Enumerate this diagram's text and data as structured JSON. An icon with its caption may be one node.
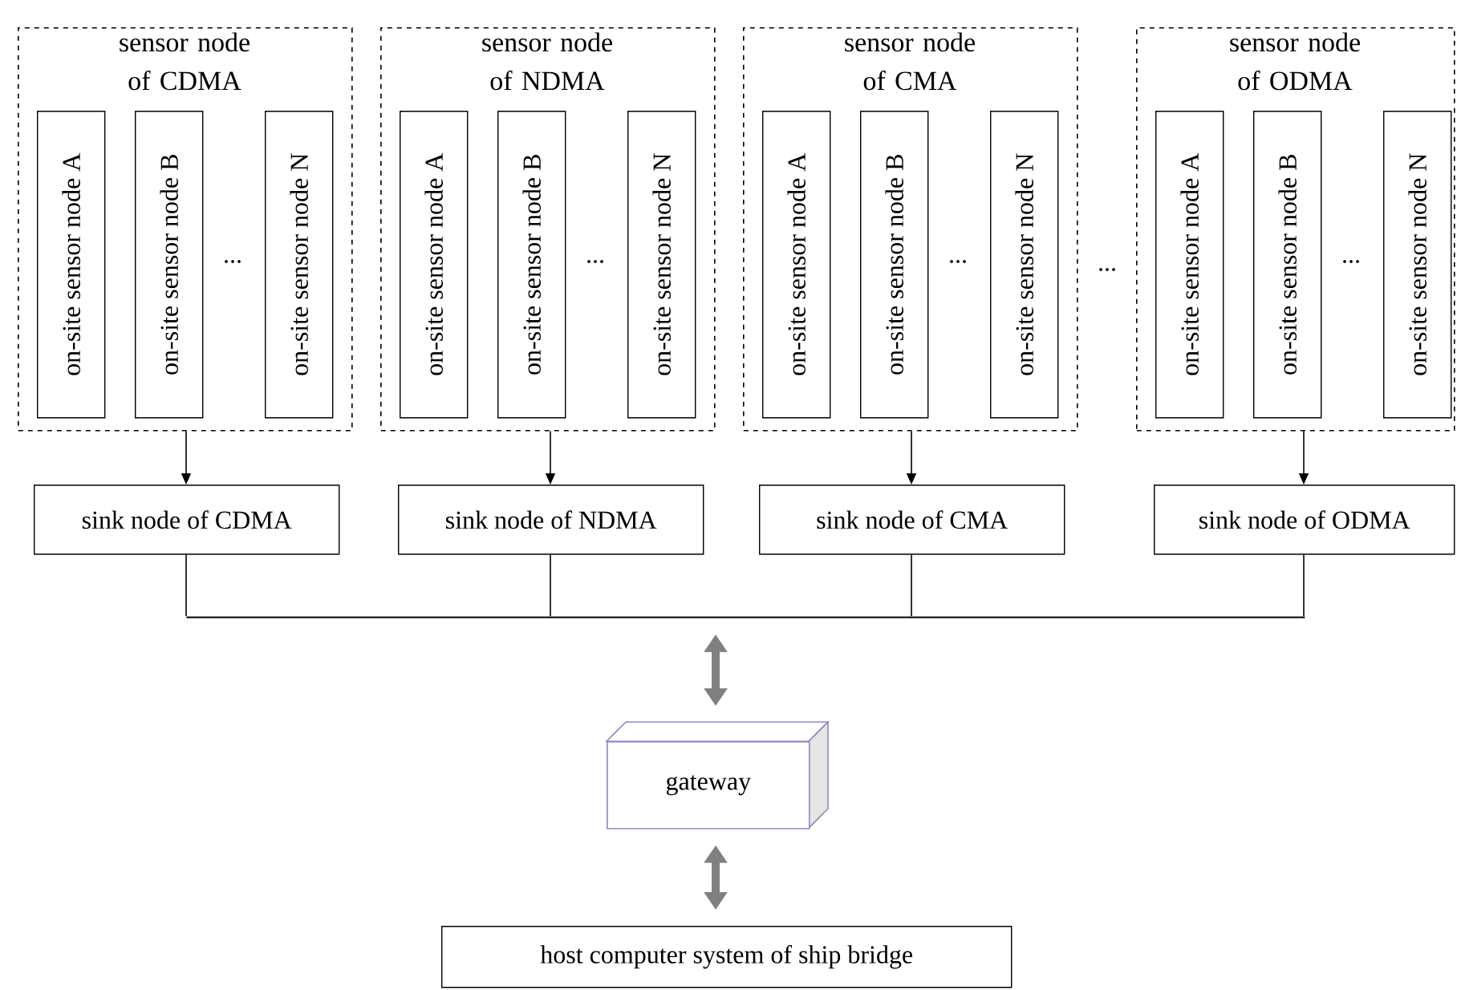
{
  "diagram": {
    "nodes": [
      {
        "text": [
          "sensor node of CDMA"
        ]
      },
      {
        "text": [
          "on-site sensor node A"
        ],
        "in": 0
      },
      {
        "text": [
          "on-site sensor node B"
        ],
        "in": 0
      },
      {
        "text": [
          "on-site sensor node N"
        ],
        "in": 0
      },
      {
        "text": [
          "sensor node of NDMA"
        ]
      },
      {
        "text": [
          "on-site sensor node A"
        ],
        "in": 4
      },
      {
        "text": [
          "on-site sensor node B"
        ],
        "in": 4
      },
      {
        "text": [
          "on-site sensor node N"
        ],
        "in": 4
      },
      {
        "text": [
          "sensor node of CMA"
        ]
      },
      {
        "text": [
          "on-site sensor node A"
        ],
        "in": 8
      },
      {
        "text": [
          "on-site sensor node B"
        ],
        "in": 8
      },
      {
        "text": [
          "on-site sensor node N"
        ],
        "in": 8
      },
      {
        "text": [
          "sensor node of ODMA"
        ]
      },
      {
        "text": [
          "on-site sensor node A"
        ],
        "in": 12
      },
      {
        "text": [
          "on-site sensor node B"
        ],
        "in": 12
      },
      {
        "text": [
          "on-site sensor node N"
        ],
        "in": 12
      },
      {
        "text": [
          "sink node of CDMA"
        ]
      },
      {
        "text": [
          "sink node of NDMA"
        ]
      },
      {
        "text": [
          "sink node of CMA"
        ]
      },
      {
        "text": [
          "sink node of ODMA"
        ]
      },
      {
        "text": [],
        "shape": "bar"
      },
      {
        "text": [
          "gateway"
        ]
      },
      {
        "text": [
          "host computer system of ship bridge"
        ]
      }
    ],
    "edges": [
      {
        "from": 0,
        "to": 16,
        "arrow": "to"
      },
      {
        "from": 4,
        "to": 17,
        "arrow": "to"
      },
      {
        "from": 8,
        "to": 18,
        "arrow": "to"
      },
      {
        "from": 12,
        "to": 19,
        "arrow": "to"
      },
      {
        "from": 16,
        "to": 20,
        "arrow": "none"
      },
      {
        "from": 17,
        "to": 20,
        "arrow": "none"
      },
      {
        "from": 18,
        "to": 20,
        "arrow": "none"
      },
      {
        "from": 19,
        "to": 20,
        "arrow": "none"
      },
      {
        "from": 20,
        "to": 21,
        "arrow": "both",
        "style": "thick",
        "color": "#808080"
      },
      {
        "from": 21,
        "to": 22,
        "arrow": "both",
        "style": "thick",
        "color": "#808080"
      }
    ],
    "labels": [
      "...",
      "...",
      "...",
      "...",
      "..."
    ]
  }
}
